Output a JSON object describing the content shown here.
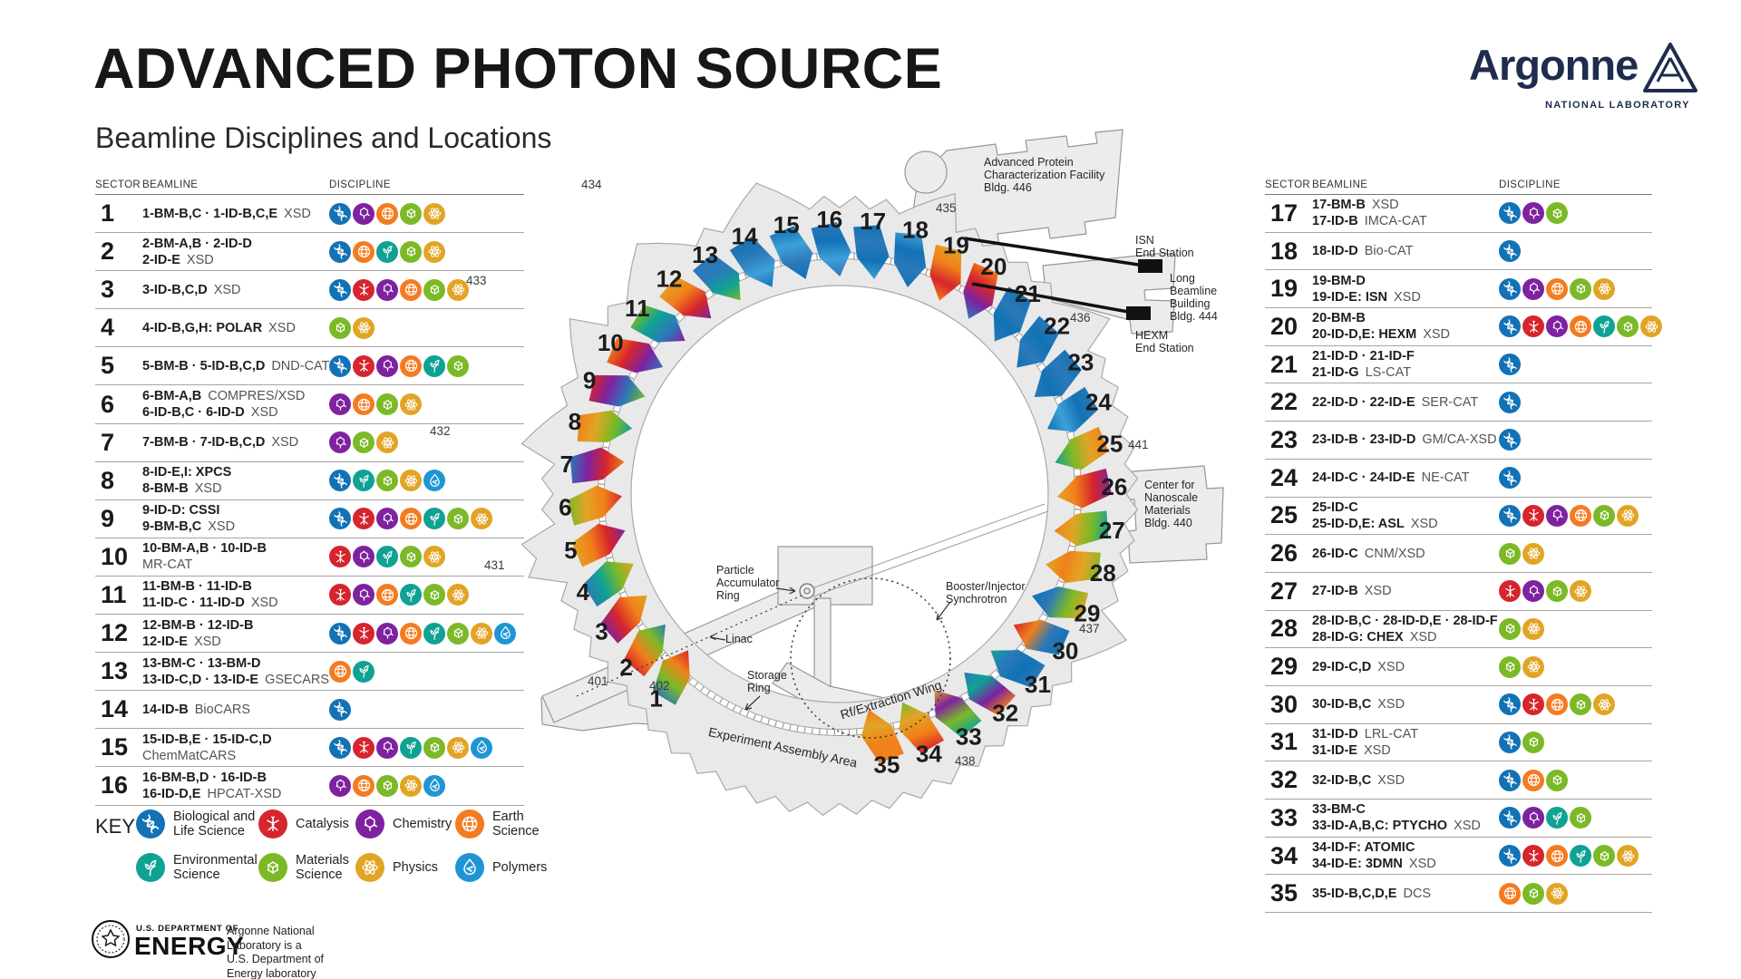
{
  "title": "ADVANCED PHOTON SOURCE",
  "subtitle": "Beamline Disciplines and Locations",
  "logo": {
    "name": "Argonne",
    "sub": "NATIONAL LABORATORY"
  },
  "table_headers": {
    "sector": "SECTOR",
    "beamline": "BEAMLINE",
    "discipline": "DISCIPLINE"
  },
  "disciplines": {
    "bio": {
      "label": "Biological and\nLife Science",
      "color": "#1272b5"
    },
    "cat": {
      "label": "Catalysis",
      "color": "#d6252c"
    },
    "chem": {
      "label": "Chemistry",
      "color": "#7e22a0"
    },
    "earth": {
      "label": "Earth\nScience",
      "color": "#f47b20"
    },
    "env": {
      "label": "Environmental\nScience",
      "color": "#0fa294"
    },
    "mat": {
      "label": "Materials\nScience",
      "color": "#7cb927"
    },
    "phys": {
      "label": "Physics",
      "color": "#e2a425"
    },
    "poly": {
      "label": "Polymers",
      "color": "#2095d4"
    }
  },
  "key_label": "KEY",
  "key_order": [
    "bio",
    "cat",
    "chem",
    "earth",
    "env",
    "mat",
    "phys",
    "poly"
  ],
  "left_rows": [
    {
      "sector": "1",
      "lines": [
        [
          "1-BM-B,C · 1-ID-B,C,E",
          "XSD"
        ]
      ],
      "disc": [
        "bio",
        "chem",
        "earth",
        "mat",
        "phys"
      ]
    },
    {
      "sector": "2",
      "lines": [
        [
          "2-BM-A,B · 2-ID-D",
          ""
        ],
        [
          "2-ID-E",
          "XSD"
        ]
      ],
      "disc": [
        "bio",
        "earth",
        "env",
        "mat",
        "phys"
      ]
    },
    {
      "sector": "3",
      "lines": [
        [
          "3-ID-B,C,D",
          "XSD"
        ]
      ],
      "disc": [
        "bio",
        "cat",
        "chem",
        "earth",
        "mat",
        "phys"
      ]
    },
    {
      "sector": "4",
      "lines": [
        [
          "4-ID-B,G,H: POLAR",
          "XSD"
        ]
      ],
      "disc": [
        "mat",
        "phys"
      ]
    },
    {
      "sector": "5",
      "lines": [
        [
          "5-BM-B · 5-ID-B,C,D",
          "DND-CAT"
        ]
      ],
      "disc": [
        "bio",
        "cat",
        "chem",
        "earth",
        "env",
        "mat"
      ]
    },
    {
      "sector": "6",
      "lines": [
        [
          "6-BM-A,B",
          "COMPRES/XSD"
        ],
        [
          "6-ID-B,C · 6-ID-D",
          "XSD"
        ]
      ],
      "disc": [
        "chem",
        "earth",
        "mat",
        "phys"
      ]
    },
    {
      "sector": "7",
      "lines": [
        [
          "7-BM-B · 7-ID-B,C,D",
          "XSD"
        ]
      ],
      "disc": [
        "chem",
        "mat",
        "phys"
      ]
    },
    {
      "sector": "8",
      "lines": [
        [
          "8-ID-E,I: XPCS",
          ""
        ],
        [
          "8-BM-B",
          "XSD"
        ]
      ],
      "disc": [
        "bio",
        "env",
        "mat",
        "phys",
        "poly"
      ]
    },
    {
      "sector": "9",
      "lines": [
        [
          "9-ID-D: CSSI",
          ""
        ],
        [
          "9-BM-B,C",
          "XSD"
        ]
      ],
      "disc": [
        "bio",
        "cat",
        "chem",
        "earth",
        "env",
        "mat",
        "phys"
      ]
    },
    {
      "sector": "10",
      "lines": [
        [
          "10-BM-A,B · 10-ID-B",
          ""
        ],
        [
          "",
          "MR-CAT"
        ]
      ],
      "disc": [
        "cat",
        "chem",
        "env",
        "mat",
        "phys"
      ]
    },
    {
      "sector": "11",
      "lines": [
        [
          "11-BM-B · 11-ID-B",
          ""
        ],
        [
          "11-ID-C · 11-ID-D",
          "XSD"
        ]
      ],
      "disc": [
        "cat",
        "chem",
        "earth",
        "env",
        "mat",
        "phys"
      ]
    },
    {
      "sector": "12",
      "lines": [
        [
          "12-BM-B · 12-ID-B",
          ""
        ],
        [
          "12-ID-E",
          "XSD"
        ]
      ],
      "disc": [
        "bio",
        "cat",
        "chem",
        "earth",
        "env",
        "mat",
        "phys",
        "poly"
      ]
    },
    {
      "sector": "13",
      "lines": [
        [
          "13-BM-C · 13-BM-D",
          ""
        ],
        [
          "13-ID-C,D · 13-ID-E",
          "GSECARS"
        ]
      ],
      "disc": [
        "earth",
        "env"
      ]
    },
    {
      "sector": "14",
      "lines": [
        [
          "14-ID-B",
          "BioCARS"
        ]
      ],
      "disc": [
        "bio"
      ]
    },
    {
      "sector": "15",
      "lines": [
        [
          "15-ID-B,E · 15-ID-C,D",
          ""
        ],
        [
          "",
          "ChemMatCARS"
        ]
      ],
      "disc": [
        "bio",
        "cat",
        "chem",
        "env",
        "mat",
        "phys",
        "poly"
      ]
    },
    {
      "sector": "16",
      "lines": [
        [
          "16-BM-B,D · 16-ID-B",
          ""
        ],
        [
          "16-ID-D,E",
          "HPCAT-XSD"
        ]
      ],
      "disc": [
        "chem",
        "earth",
        "mat",
        "phys",
        "poly"
      ]
    }
  ],
  "right_rows": [
    {
      "sector": "17",
      "lines": [
        [
          "17-BM-B",
          "XSD"
        ],
        [
          "17-ID-B",
          "IMCA-CAT"
        ]
      ],
      "disc": [
        "bio",
        "chem",
        "mat"
      ]
    },
    {
      "sector": "18",
      "lines": [
        [
          "18-ID-D",
          "Bio-CAT"
        ]
      ],
      "disc": [
        "bio"
      ]
    },
    {
      "sector": "19",
      "lines": [
        [
          "19-BM-D",
          ""
        ],
        [
          "19-ID-E: ISN",
          "XSD"
        ]
      ],
      "disc": [
        "bio",
        "chem",
        "earth",
        "mat",
        "phys"
      ]
    },
    {
      "sector": "20",
      "lines": [
        [
          "20-BM-B",
          ""
        ],
        [
          "20-ID-D,E: HEXM",
          "XSD"
        ]
      ],
      "disc": [
        "bio",
        "cat",
        "chem",
        "earth",
        "env",
        "mat",
        "phys"
      ]
    },
    {
      "sector": "21",
      "lines": [
        [
          "21-ID-D · 21-ID-F",
          ""
        ],
        [
          "21-ID-G",
          "LS-CAT"
        ]
      ],
      "disc": [
        "bio"
      ]
    },
    {
      "sector": "22",
      "lines": [
        [
          "22-ID-D · 22-ID-E",
          "SER-CAT"
        ]
      ],
      "disc": [
        "bio"
      ]
    },
    {
      "sector": "23",
      "lines": [
        [
          "23-ID-B · 23-ID-D",
          "GM/CA-XSD"
        ]
      ],
      "disc": [
        "bio"
      ]
    },
    {
      "sector": "24",
      "lines": [
        [
          "24-ID-C · 24-ID-E",
          "NE-CAT"
        ]
      ],
      "disc": [
        "bio"
      ]
    },
    {
      "sector": "25",
      "lines": [
        [
          "25-ID-C",
          ""
        ],
        [
          "25-ID-D,E: ASL",
          "XSD"
        ]
      ],
      "disc": [
        "bio",
        "cat",
        "chem",
        "earth",
        "mat",
        "phys"
      ]
    },
    {
      "sector": "26",
      "lines": [
        [
          "26-ID-C",
          "CNM/XSD"
        ]
      ],
      "disc": [
        "mat",
        "phys"
      ]
    },
    {
      "sector": "27",
      "lines": [
        [
          "27-ID-B",
          "XSD"
        ]
      ],
      "disc": [
        "cat",
        "chem",
        "mat",
        "phys"
      ]
    },
    {
      "sector": "28",
      "lines": [
        [
          "28-ID-B,C · 28-ID-D,E · 28-ID-F",
          ""
        ],
        [
          "28-ID-G: CHEX",
          "XSD"
        ]
      ],
      "disc": [
        "mat",
        "phys"
      ]
    },
    {
      "sector": "29",
      "lines": [
        [
          "29-ID-C,D",
          "XSD"
        ]
      ],
      "disc": [
        "mat",
        "phys"
      ]
    },
    {
      "sector": "30",
      "lines": [
        [
          "30-ID-B,C",
          "XSD"
        ]
      ],
      "disc": [
        "bio",
        "cat",
        "earth",
        "mat",
        "phys"
      ]
    },
    {
      "sector": "31",
      "lines": [
        [
          "31-ID-D",
          "LRL-CAT"
        ],
        [
          "31-ID-E",
          "XSD"
        ]
      ],
      "disc": [
        "bio",
        "mat"
      ]
    },
    {
      "sector": "32",
      "lines": [
        [
          "32-ID-B,C",
          "XSD"
        ]
      ],
      "disc": [
        "bio",
        "earth",
        "mat"
      ]
    },
    {
      "sector": "33",
      "lines": [
        [
          "33-BM-C",
          ""
        ],
        [
          "33-ID-A,B,C: PTYCHO",
          "XSD"
        ]
      ],
      "disc": [
        "bio",
        "chem",
        "env",
        "mat"
      ]
    },
    {
      "sector": "34",
      "lines": [
        [
          "34-ID-F: ATOMIC",
          ""
        ],
        [
          "34-ID-E: 3DMN",
          "XSD"
        ]
      ],
      "disc": [
        "bio",
        "cat",
        "earth",
        "env",
        "mat",
        "phys"
      ]
    },
    {
      "sector": "35",
      "lines": [
        [
          "35-ID-B,C,D,E",
          "DCS"
        ]
      ],
      "disc": [
        "earth",
        "mat",
        "phys"
      ]
    }
  ],
  "ring": {
    "sectors": [
      "1",
      "2",
      "3",
      "4",
      "5",
      "6",
      "7",
      "8",
      "9",
      "10",
      "11",
      "12",
      "13",
      "14",
      "15",
      "16",
      "17",
      "18",
      "19",
      "20",
      "21",
      "22",
      "23",
      "24",
      "25",
      "26",
      "27",
      "28",
      "29",
      "30",
      "31",
      "32",
      "33",
      "34",
      "35"
    ],
    "labels": {
      "apcf": "Advanced Protein\nCharacterization Facility\nBldg. 446",
      "isn": "ISN\nEnd Station",
      "lbb": "Long\nBeamline\nBuilding\nBldg. 444",
      "hexm": "HEXM\nEnd Station",
      "cnm": "Center for\nNanoscale\nMaterials\nBldg. 440",
      "par": "Particle\nAccumulator\nRing",
      "linac": "Linac",
      "storage": "Storage\nRing",
      "rf": "Rf/Extraction Wing",
      "eaa": "Experiment Assembly Area",
      "booster": "Booster/Injector\nSynchrotron"
    },
    "numbers": {
      "n401": "401",
      "n402": "402",
      "n431": "431",
      "n432": "432",
      "n433": "433",
      "n434": "434",
      "n435": "435",
      "n436": "436",
      "n437": "437",
      "n438": "438",
      "n441": "441"
    }
  },
  "footer": {
    "dept": "U.S. DEPARTMENT OF",
    "energy": "ENERGY",
    "text": "Argonne National Laboratory is a\nU.S. Department of Energy laboratory\nmanaged by UChicago Argonne, LLC."
  }
}
